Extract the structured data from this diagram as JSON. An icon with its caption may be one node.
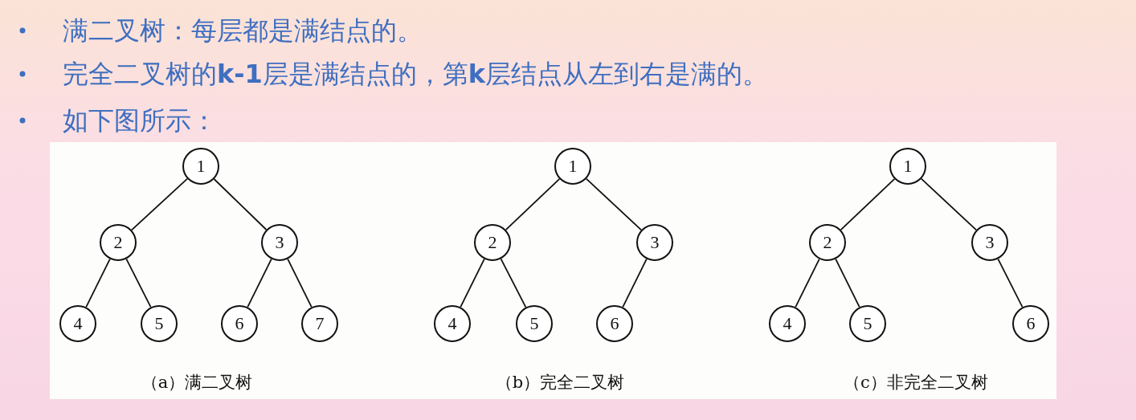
{
  "diagram": {
    "nodes": [
      {
        "text": [
          "1"
        ]
      },
      {
        "text": [
          "2"
        ]
      },
      {
        "text": [
          "3"
        ]
      },
      {
        "text": [
          "4"
        ]
      },
      {
        "text": [
          "5"
        ]
      },
      {
        "text": [
          "6"
        ]
      },
      {
        "text": [
          "7"
        ]
      },
      {
        "text": [
          "1"
        ]
      },
      {
        "text": [
          "2"
        ]
      },
      {
        "text": [
          "3"
        ]
      },
      {
        "text": [
          "4"
        ]
      },
      {
        "text": [
          "5"
        ]
      },
      {
        "text": [
          "6"
        ]
      },
      {
        "text": [
          "1"
        ]
      },
      {
        "text": [
          "2"
        ]
      },
      {
        "text": [
          "3"
        ]
      },
      {
        "text": [
          "4"
        ]
      },
      {
        "text": [
          "5"
        ]
      },
      {
        "text": [
          "6"
        ]
      }
    ],
    "edges": [
      {
        "from": 0,
        "to": 1,
        "arrow": "none"
      },
      {
        "from": 0,
        "to": 2,
        "arrow": "none"
      },
      {
        "from": 1,
        "to": 3,
        "arrow": "none"
      },
      {
        "from": 1,
        "to": 4,
        "arrow": "none"
      },
      {
        "from": 2,
        "to": 5,
        "arrow": "none"
      },
      {
        "from": 2,
        "to": 6,
        "arrow": "none"
      },
      {
        "from": 7,
        "to": 8,
        "arrow": "none"
      },
      {
        "from": 7,
        "to": 9,
        "arrow": "none"
      },
      {
        "from": 8,
        "to": 10,
        "arrow": "none"
      },
      {
        "from": 8,
        "to": 11,
        "arrow": "none"
      },
      {
        "from": 9,
        "to": 12,
        "arrow": "none"
      },
      {
        "from": 13,
        "to": 14,
        "arrow": "none"
      },
      {
        "from": 13,
        "to": 15,
        "arrow": "none"
      },
      {
        "from": 14,
        "to": 16,
        "arrow": "none"
      },
      {
        "from": 14,
        "to": 17,
        "arrow": "none"
      },
      {
        "from": 15,
        "to": 18,
        "arrow": "none"
      }
    ],
    "labels": [
      "满二叉树：每层都是满结点的。",
      "完全二叉树的**k-1**层是满结点的，第**k**层结点从左到右是满的。",
      "如下图所示：",
      "（a）满二叉树",
      "（b）完全二叉树",
      "（c）非完全二叉树"
    ]
  }
}
